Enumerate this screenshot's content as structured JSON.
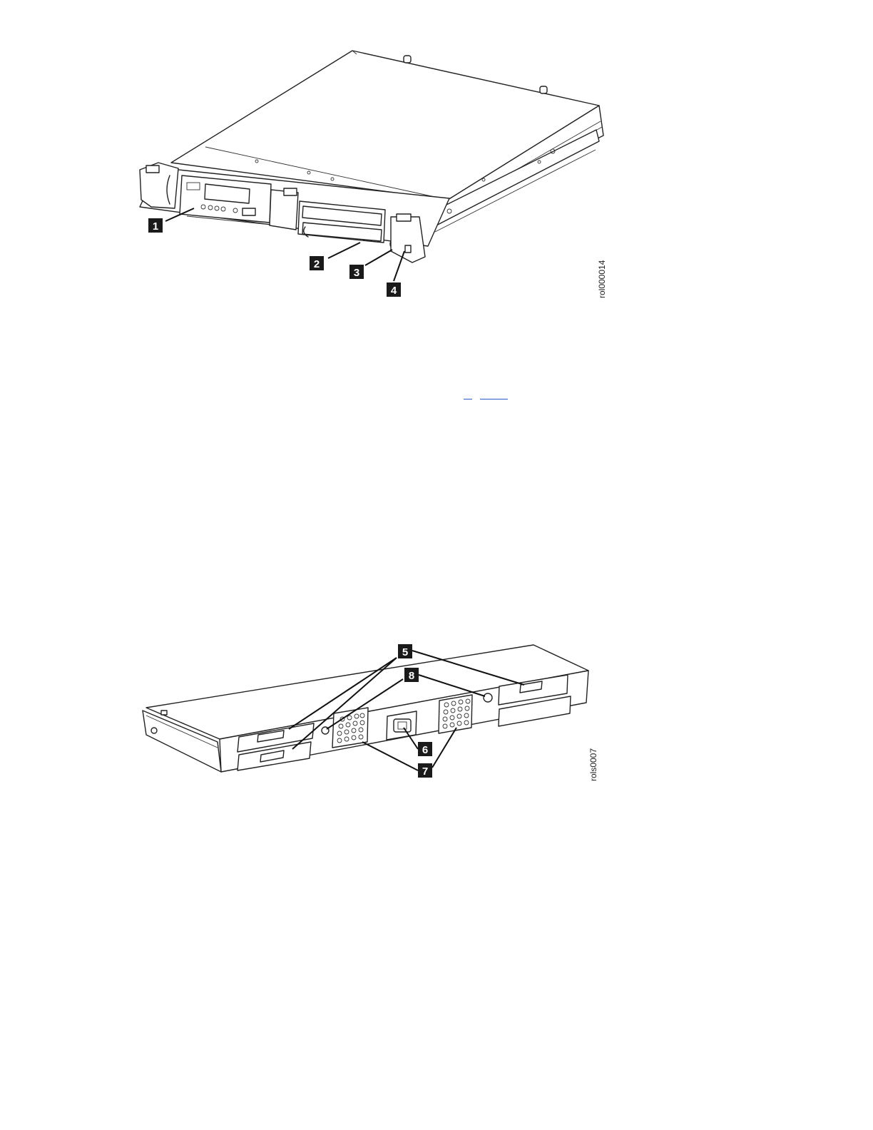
{
  "figures": [
    {
      "figure_id": "rol000014",
      "callouts": [
        "1",
        "2",
        "3",
        "4"
      ]
    },
    {
      "figure_id": "rols0007",
      "callouts": [
        "5",
        "6",
        "7",
        "8"
      ]
    }
  ],
  "links": [
    "",
    ""
  ]
}
